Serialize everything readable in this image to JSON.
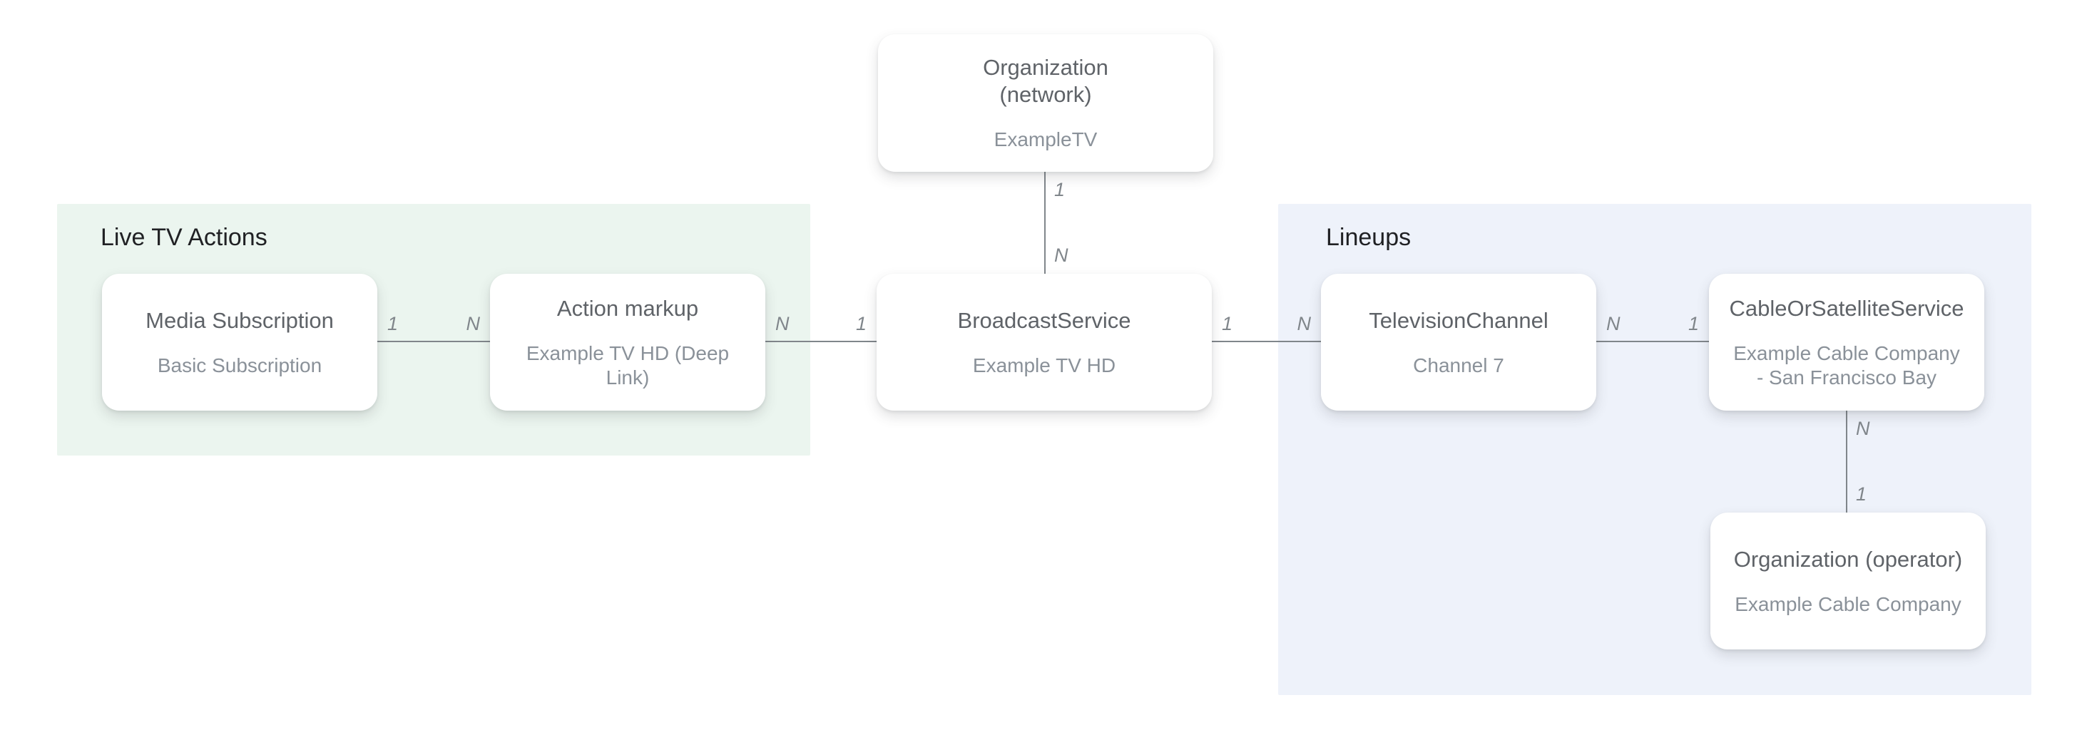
{
  "diagram": {
    "regions": {
      "live_tv_actions": {
        "title": "Live TV Actions"
      },
      "lineups": {
        "title": "Lineups"
      }
    },
    "nodes": {
      "org_network": {
        "title": "Organization (network)",
        "subtitle": "ExampleTV"
      },
      "media_subscription": {
        "title": "Media Subscription",
        "subtitle": "Basic Subscription"
      },
      "action_markup": {
        "title": "Action markup",
        "subtitle": "Example TV HD (Deep Link)"
      },
      "broadcast_service": {
        "title": "BroadcastService",
        "subtitle": "Example TV HD"
      },
      "television_channel": {
        "title": "TelevisionChannel",
        "subtitle": "Channel 7"
      },
      "cable_or_satellite_service": {
        "title": "CableOrSatelliteService",
        "subtitle": "Example Cable Company - San Francisco Bay"
      },
      "org_operator": {
        "title": "Organization (operator)",
        "subtitle": "Example Cable Company"
      }
    },
    "edges": {
      "media_to_action": {
        "start": "1",
        "end": "N"
      },
      "action_to_broadcast": {
        "start": "N",
        "end": "1"
      },
      "network_to_broadcast": {
        "start": "1",
        "end": "N"
      },
      "broadcast_to_channel": {
        "start": "1",
        "end": "N"
      },
      "channel_to_cable": {
        "start": "N",
        "end": "1"
      },
      "cable_to_operator": {
        "start": "N",
        "end": "1"
      }
    },
    "colors": {
      "live_tv_region_bg": "#ebf5ef",
      "lineups_region_bg": "#eef2fa",
      "node_bg": "#ffffff",
      "heading_text": "#202124",
      "node_title_text": "#5f6368",
      "node_subtitle_text": "#8a9199",
      "edge_line": "#80868b",
      "edge_label_text": "#80868b"
    }
  }
}
